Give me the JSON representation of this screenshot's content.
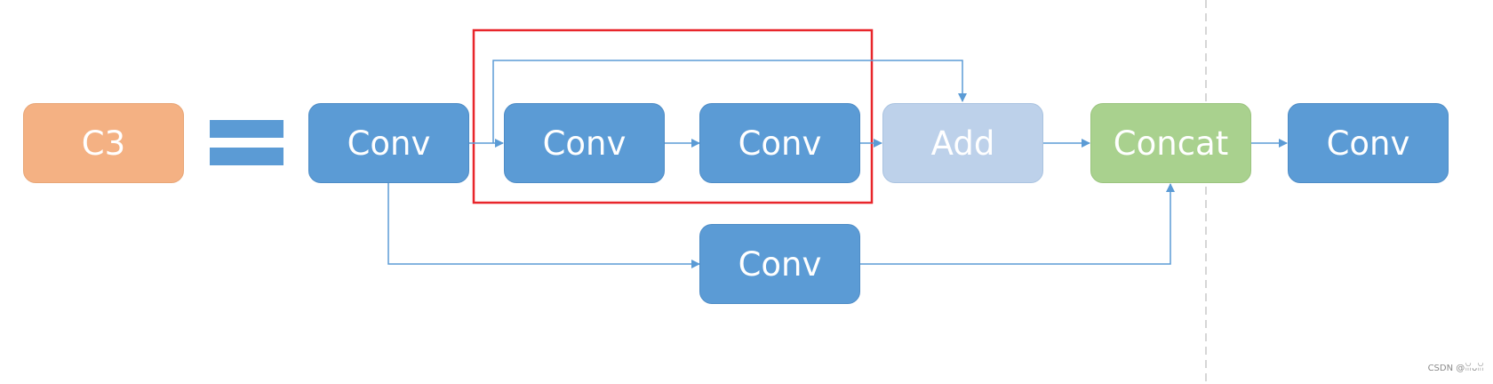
{
  "nodes": {
    "c3": "C3",
    "conv_input": "Conv",
    "conv_bottleneck_1": "Conv",
    "conv_bottleneck_2": "Conv",
    "conv_branch": "Conv",
    "add": "Add",
    "concat": "Concat",
    "conv_output": "Conv"
  },
  "watermark": "CSDN @ꈍᴗꈍ",
  "colors": {
    "conv": "#5b9bd5",
    "c3": "#f4b183",
    "add": "#bdd1ea",
    "concat": "#a9d18e",
    "highlight_box": "#e8262b",
    "arrow": "#5b9bd5",
    "divider": "#c8c8c8"
  }
}
